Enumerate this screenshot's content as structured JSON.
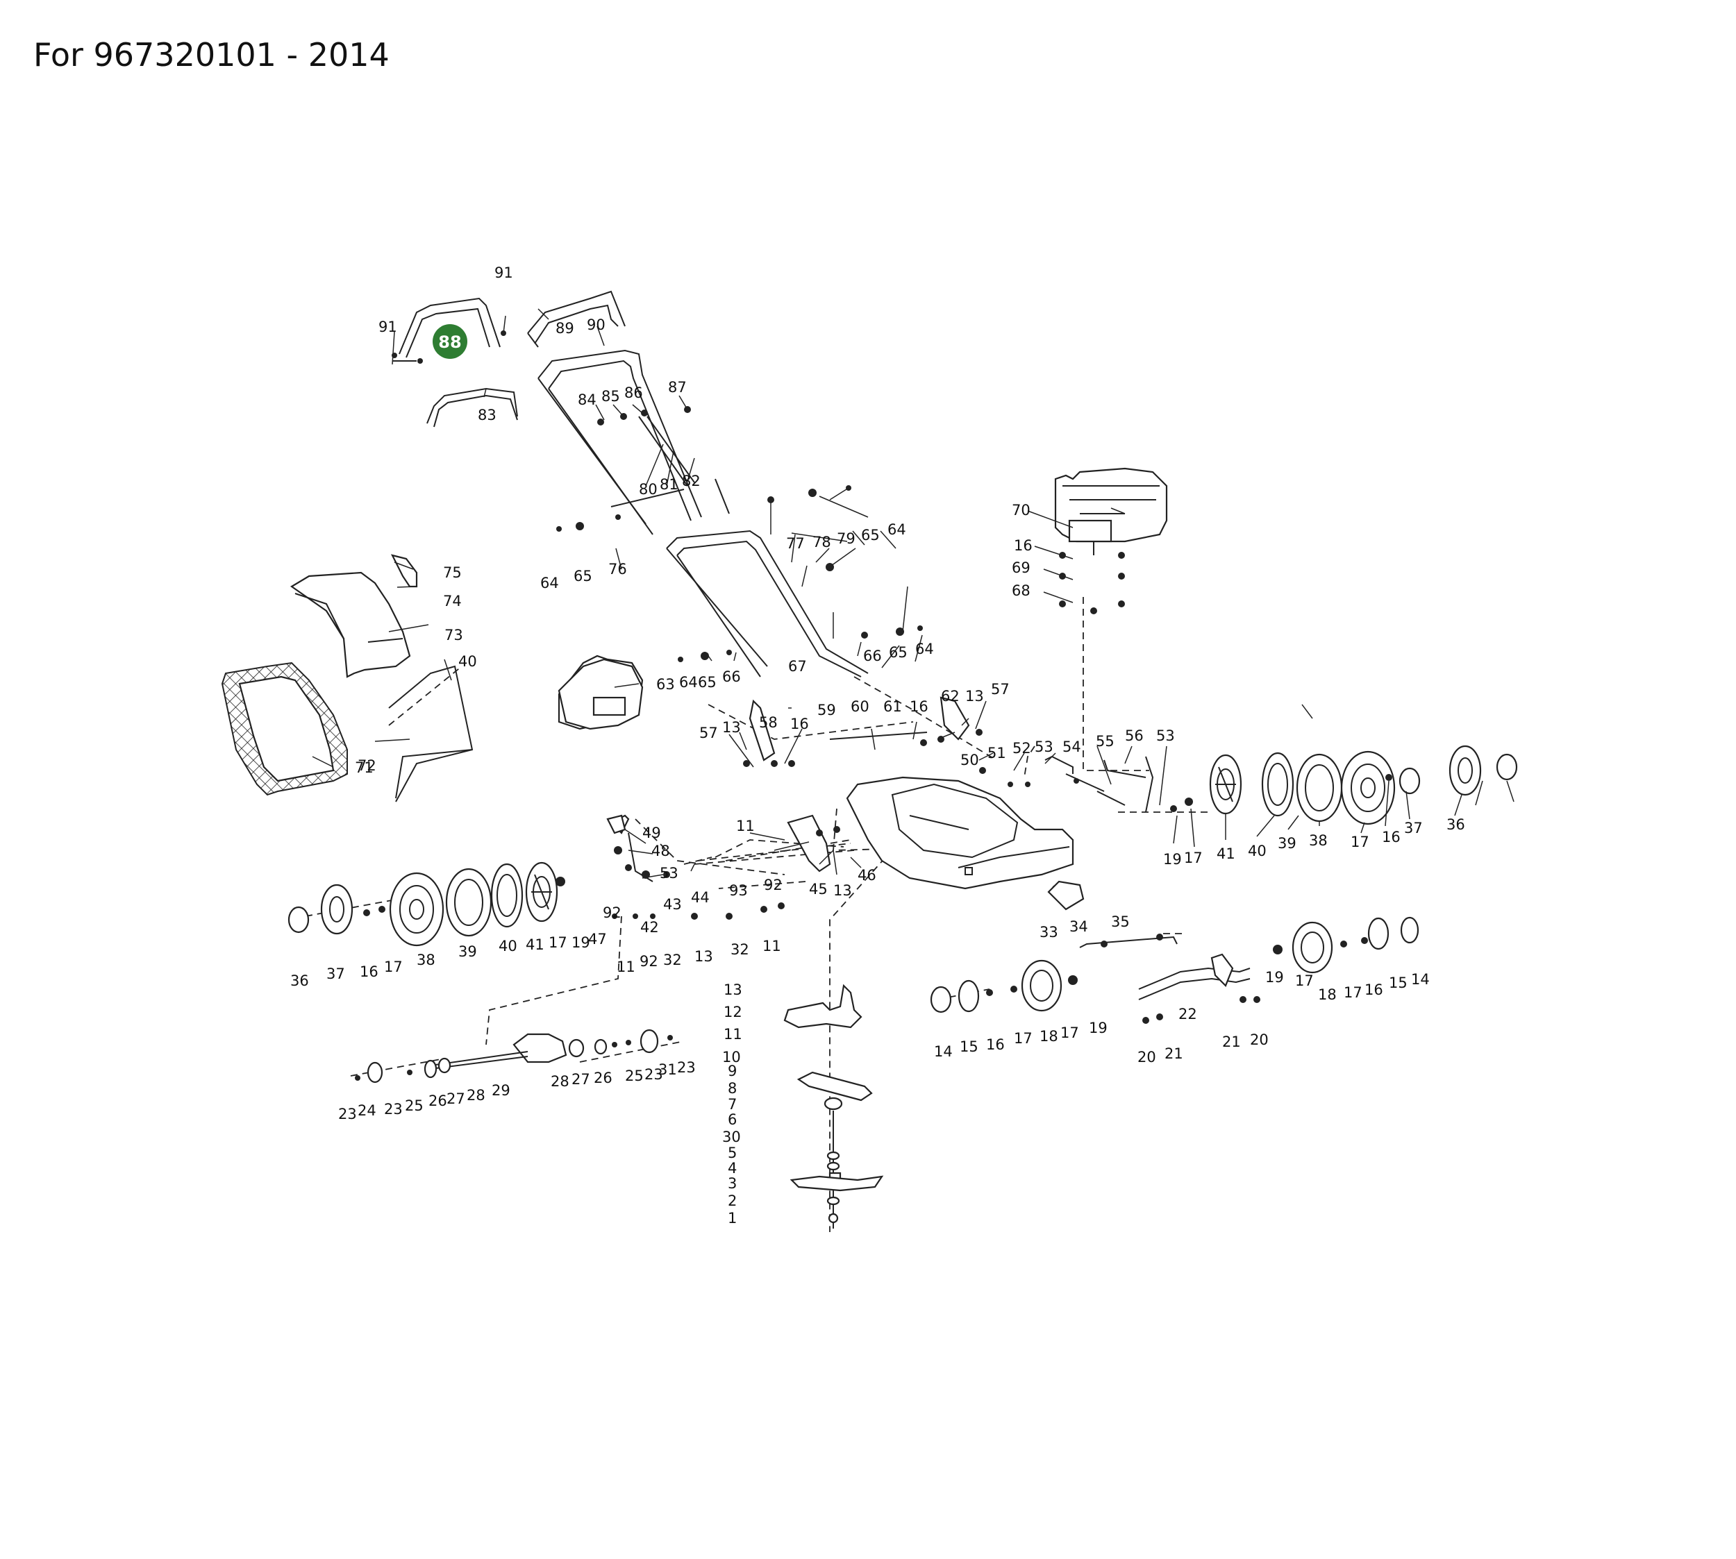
{
  "title": "For 967320101 - 2014",
  "highlight": {
    "label": "88",
    "color": "#2e7d32"
  },
  "colors": {
    "line": "#222222",
    "background": "#ffffff"
  },
  "labels": [
    "91",
    "91",
    "89",
    "90",
    "83",
    "84",
    "85",
    "86",
    "87",
    "80",
    "81",
    "82",
    "70",
    "16",
    "69",
    "68",
    "78",
    "79",
    "65",
    "64",
    "64",
    "65",
    "76",
    "77",
    "75",
    "74",
    "73",
    "40",
    "72",
    "71",
    "63",
    "64",
    "65",
    "66",
    "67",
    "66",
    "65",
    "64",
    "58",
    "59",
    "60",
    "61",
    "16",
    "62",
    "13",
    "57",
    "57",
    "13",
    "16",
    "50",
    "51",
    "52",
    "53",
    "54",
    "55",
    "56",
    "53",
    "49",
    "48",
    "53",
    "11",
    "45",
    "13",
    "46",
    "19",
    "17",
    "41",
    "40",
    "39",
    "38",
    "17",
    "16",
    "37",
    "36",
    "36",
    "37",
    "16",
    "17",
    "38",
    "39",
    "40",
    "41",
    "17",
    "19",
    "47",
    "42",
    "43",
    "44",
    "93",
    "92",
    "92",
    "92",
    "32",
    "13",
    "32",
    "11",
    "11",
    "33",
    "34",
    "35",
    "19",
    "17",
    "18",
    "17",
    "16",
    "15",
    "14",
    "14",
    "15",
    "16",
    "17",
    "18",
    "17",
    "19",
    "22",
    "21",
    "20",
    "20",
    "21",
    "13",
    "12",
    "11",
    "10",
    "9",
    "8",
    "7",
    "6",
    "30",
    "5",
    "4",
    "3",
    "2",
    "1",
    "23",
    "24",
    "23",
    "25",
    "26",
    "27",
    "28",
    "29",
    "28",
    "27",
    "26",
    "25",
    "23",
    "31",
    "23"
  ]
}
